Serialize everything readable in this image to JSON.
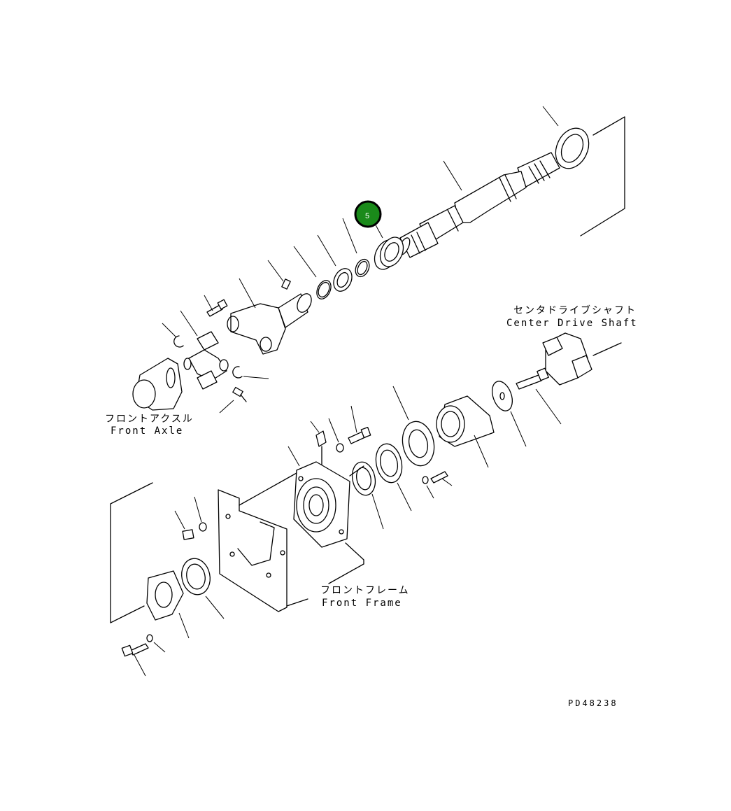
{
  "labels": {
    "center_drive_shaft_jp": "センタドライブシャフト",
    "center_drive_shaft_en": "Center Drive Shaft",
    "front_axle_jp": "フロントアクスル",
    "front_axle_en": "Front Axle",
    "front_frame_jp": "フロントフレーム",
    "front_frame_en": "Front Frame"
  },
  "drawing_code": "PD48238",
  "callout": {
    "number": "5",
    "color": "#1a8a1a"
  }
}
